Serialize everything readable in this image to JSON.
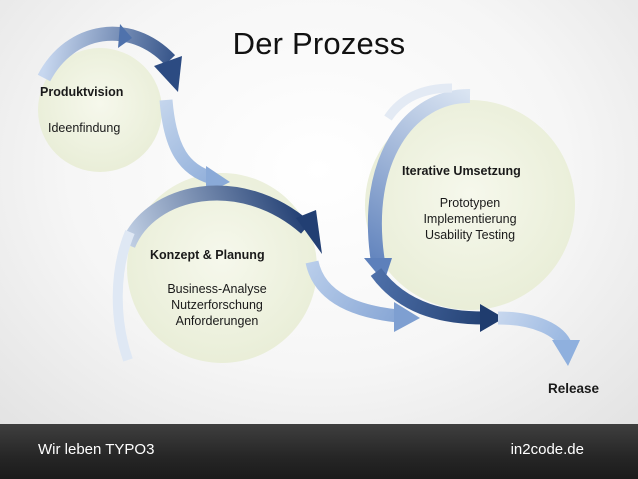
{
  "slide": {
    "title": "Der Prozess",
    "phases": [
      {
        "heading": "Produktvision",
        "items": [
          "Ideenfindung"
        ]
      },
      {
        "heading": "Konzept & Planung",
        "items": [
          "Business-Analyse",
          "Nutzerforschung",
          "Anforderungen"
        ]
      },
      {
        "heading": "Iterative Umsetzung",
        "items": [
          "Prototypen",
          "Implementierung",
          "Usability Testing"
        ]
      }
    ],
    "release_label": "Release"
  },
  "footer": {
    "left_text": "Wir leben TYPO3",
    "right_text": "in2code.de"
  },
  "colors": {
    "circle_fill": "#eef1df",
    "arrow_dark": "#2e4e86",
    "arrow_light": "#a9c2e6",
    "footer_bg": "#2b2b2b"
  }
}
